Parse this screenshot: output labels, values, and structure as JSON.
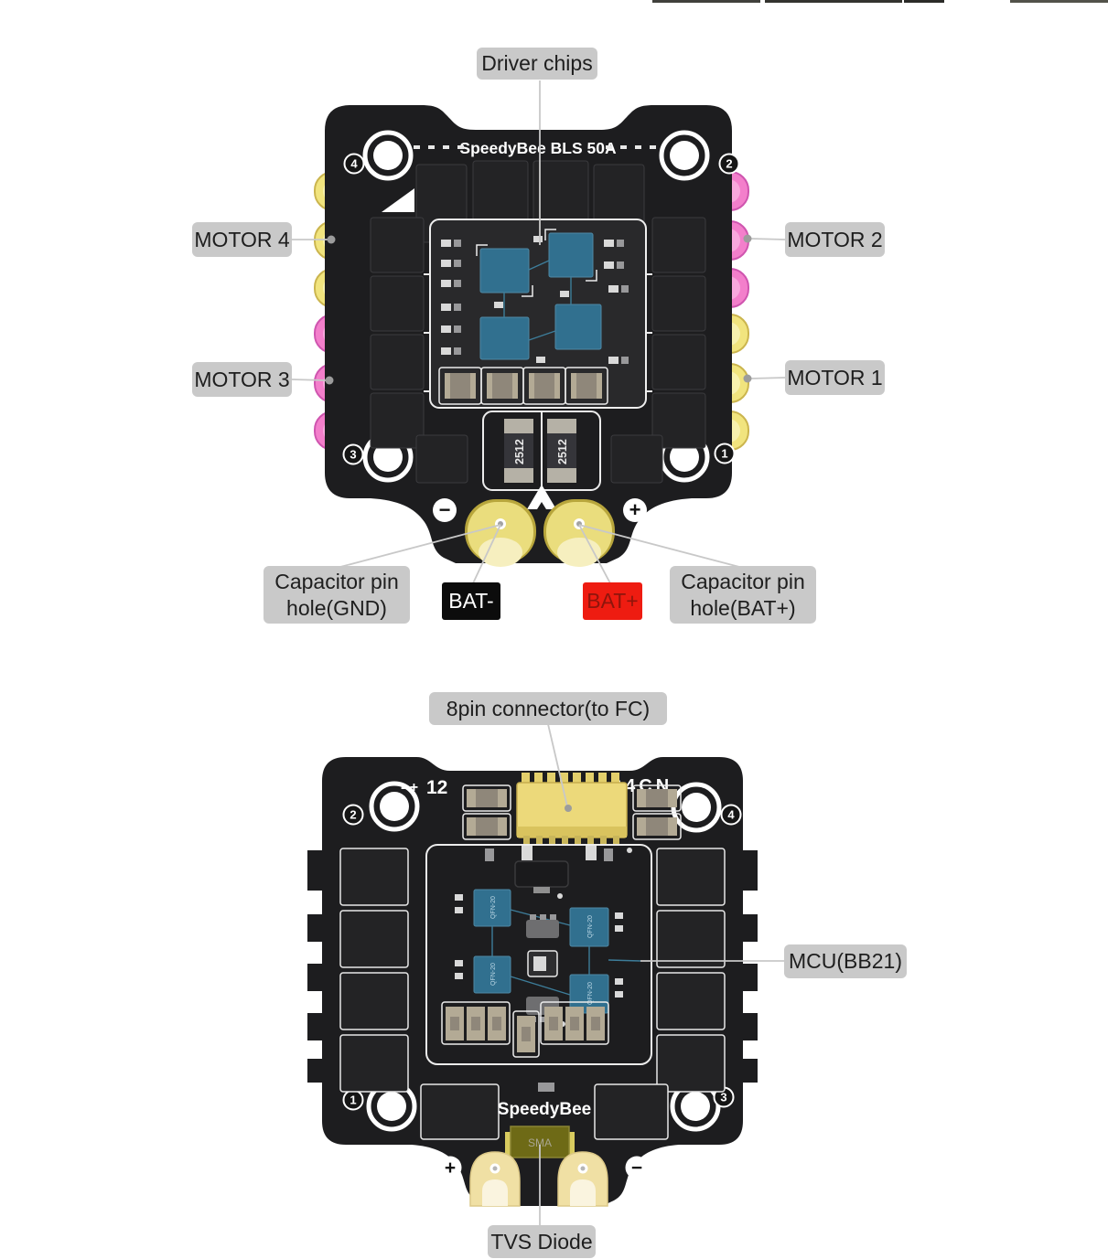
{
  "figure_top": {
    "callout_driver_chips": "Driver chips",
    "callout_motor4": "MOTOR 4",
    "callout_motor2": "MOTOR 2",
    "callout_motor3": "MOTOR 3",
    "callout_motor1": "MOTOR 1",
    "callout_cap_gnd": {
      "line1": "Capacitor pin",
      "line2": "hole(GND)"
    },
    "callout_bat_minus": "BAT-",
    "callout_bat_plus": "BAT+",
    "callout_cap_batplus": {
      "line1": "Capacitor pin",
      "line2": "hole(BAT+)"
    },
    "board": {
      "title": "SpeedyBee BLS 50A",
      "shunt1": "2512",
      "shunt2": "2512",
      "minus": "−",
      "plus": "+",
      "corner_tl": "4",
      "corner_tr": "2",
      "corner_bl": "3",
      "corner_br": "1"
    }
  },
  "figure_bottom": {
    "callout_connector": "8pin connector(to FC)",
    "callout_mcu": "MCU(BB21)",
    "callout_tvs": "TVS Diode",
    "board": {
      "silk_left_small": "- +",
      "silk_left_num": "12",
      "silk_right": "34CN",
      "brand": "SpeedyBee",
      "tvs_marking": "SMA",
      "chip_marking": "QFN-20",
      "plus": "+",
      "minus": "−",
      "corner_tl": "2",
      "corner_tr": "4",
      "corner_bl": "1",
      "corner_br": "3"
    }
  },
  "colors": {
    "board_black": "#1d1d1f",
    "pad_yellow": "#f1e47e",
    "pad_yellow_dark": "#b3a233",
    "pad_pink": "#f37fcb",
    "pad_pink_dark": "#8f1a96",
    "battery_pad_yellow": "#eadd7d",
    "chip_blue": "#31708f",
    "connector_yellow": "#ecd97a",
    "label_gray": "#c9c9c9",
    "bat_minus_black": "#0c0c0c",
    "bat_plus_red": "#ee1c11",
    "callout_line_gray": "#c8c8c8"
  }
}
